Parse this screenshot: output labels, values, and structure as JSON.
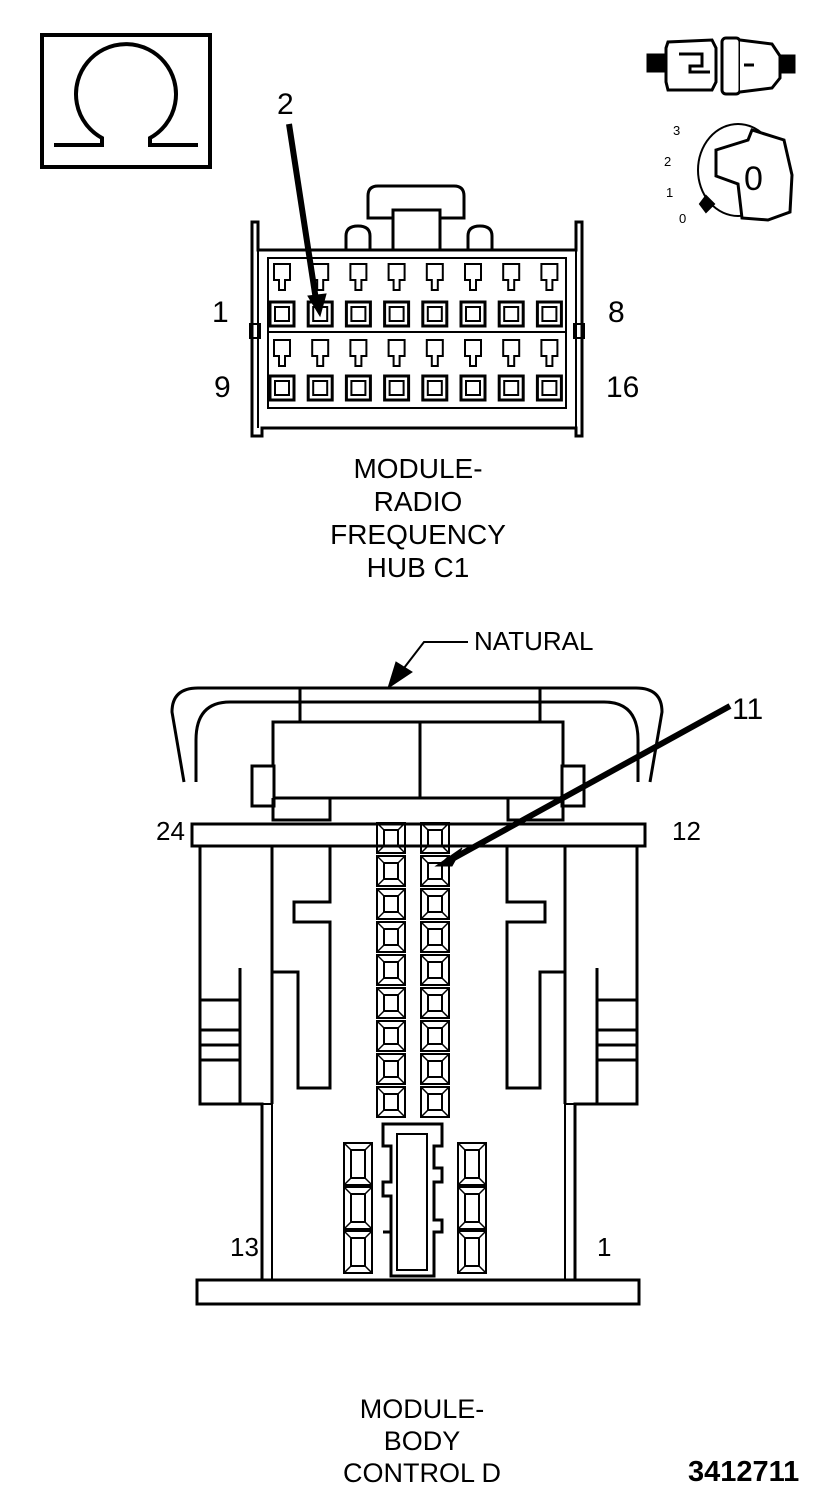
{
  "icons": {
    "ohm": "ohm-icon",
    "connector_plug": "connector-icon",
    "ignition": "ignition-key-icon"
  },
  "ignition": {
    "positions": [
      "3",
      "2",
      "1",
      "0"
    ],
    "key_label": "0"
  },
  "rf_hub": {
    "pin_callout": "2",
    "pin_labels": {
      "top_left": "1",
      "top_right": "8",
      "bottom_left": "9",
      "bottom_right": "16"
    },
    "title_lines": [
      "MODULE-",
      "RADIO",
      "FREQUENCY",
      "HUB C1"
    ]
  },
  "bcm": {
    "natural_label": "NATURAL",
    "pin_callout": "11",
    "pin_labels": {
      "top_left": "24",
      "top_right": "12",
      "bottom_left": "13",
      "bottom_right": "1"
    },
    "title_lines": [
      "MODULE-",
      "BODY",
      "CONTROL D"
    ]
  },
  "figure_id": "3412711"
}
